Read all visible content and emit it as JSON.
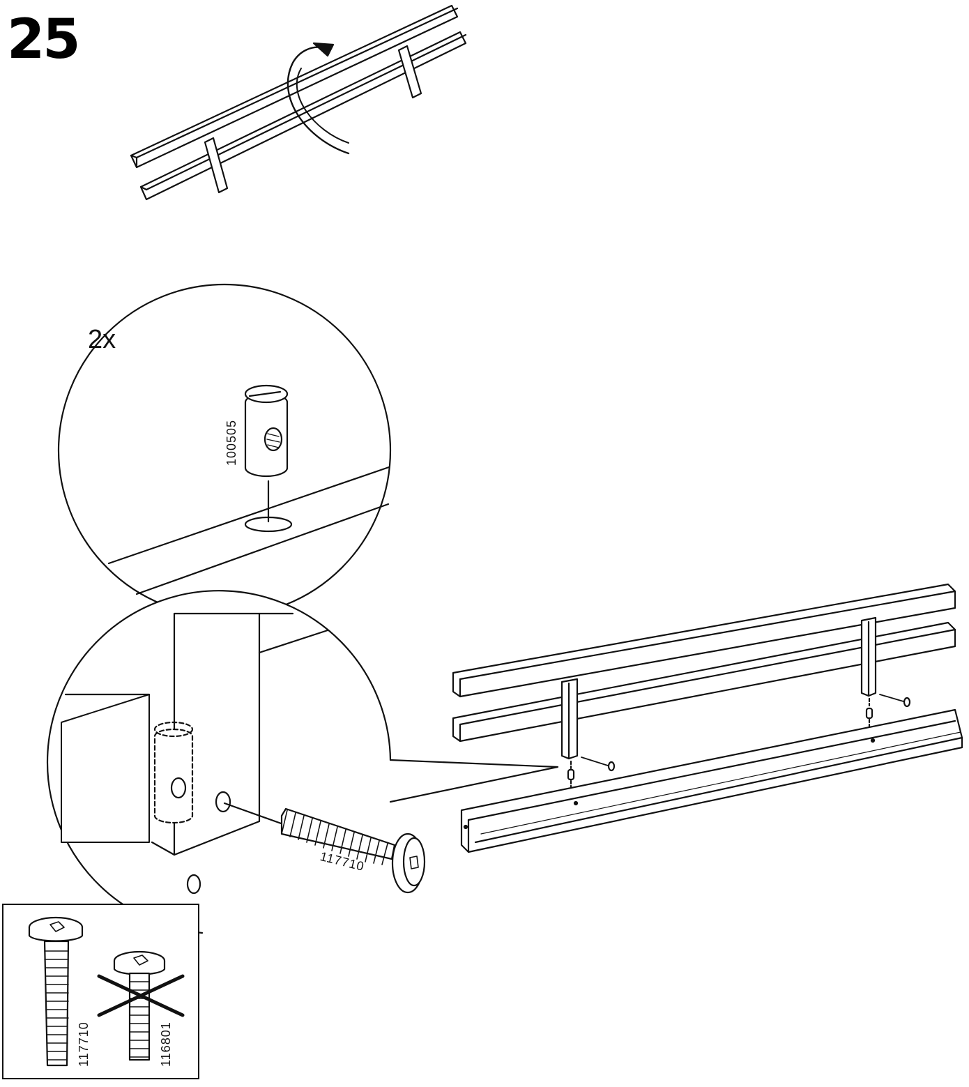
{
  "step": {
    "number": "25"
  },
  "detail_top": {
    "quantity": "2x",
    "part_id": "100505"
  },
  "detail_bottom": {
    "part_id": "117710"
  },
  "warning_box": {
    "correct_part_id": "117710",
    "wrong_part_id": "116801"
  }
}
